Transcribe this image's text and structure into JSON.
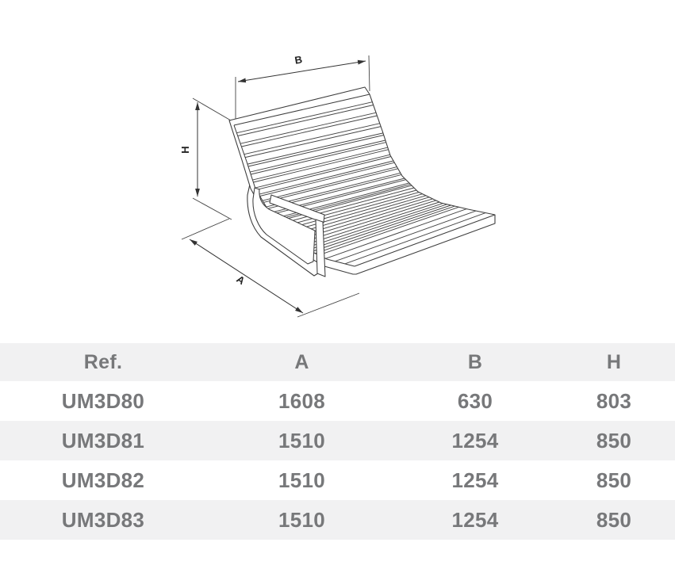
{
  "drawing": {
    "dim_labels": {
      "b": "B",
      "h": "H",
      "a": "A"
    }
  },
  "table": {
    "columns": [
      "Ref.",
      "A",
      "B",
      "H"
    ],
    "rows": [
      {
        "ref": "UM3D80",
        "a": "1608",
        "b": "630",
        "h": "803"
      },
      {
        "ref": "UM3D81",
        "a": "1510",
        "b": "1254",
        "h": "850"
      },
      {
        "ref": "UM3D82",
        "a": "1510",
        "b": "1254",
        "h": "850"
      },
      {
        "ref": "UM3D83",
        "a": "1510",
        "b": "1254",
        "h": "850"
      }
    ]
  },
  "colors": {
    "background": "#ffffff",
    "table_text": "#77787a",
    "table_alt_row_bg": "#f1f1f2",
    "drawing_line": "#3d3d3d",
    "dim_line": "#333333"
  }
}
